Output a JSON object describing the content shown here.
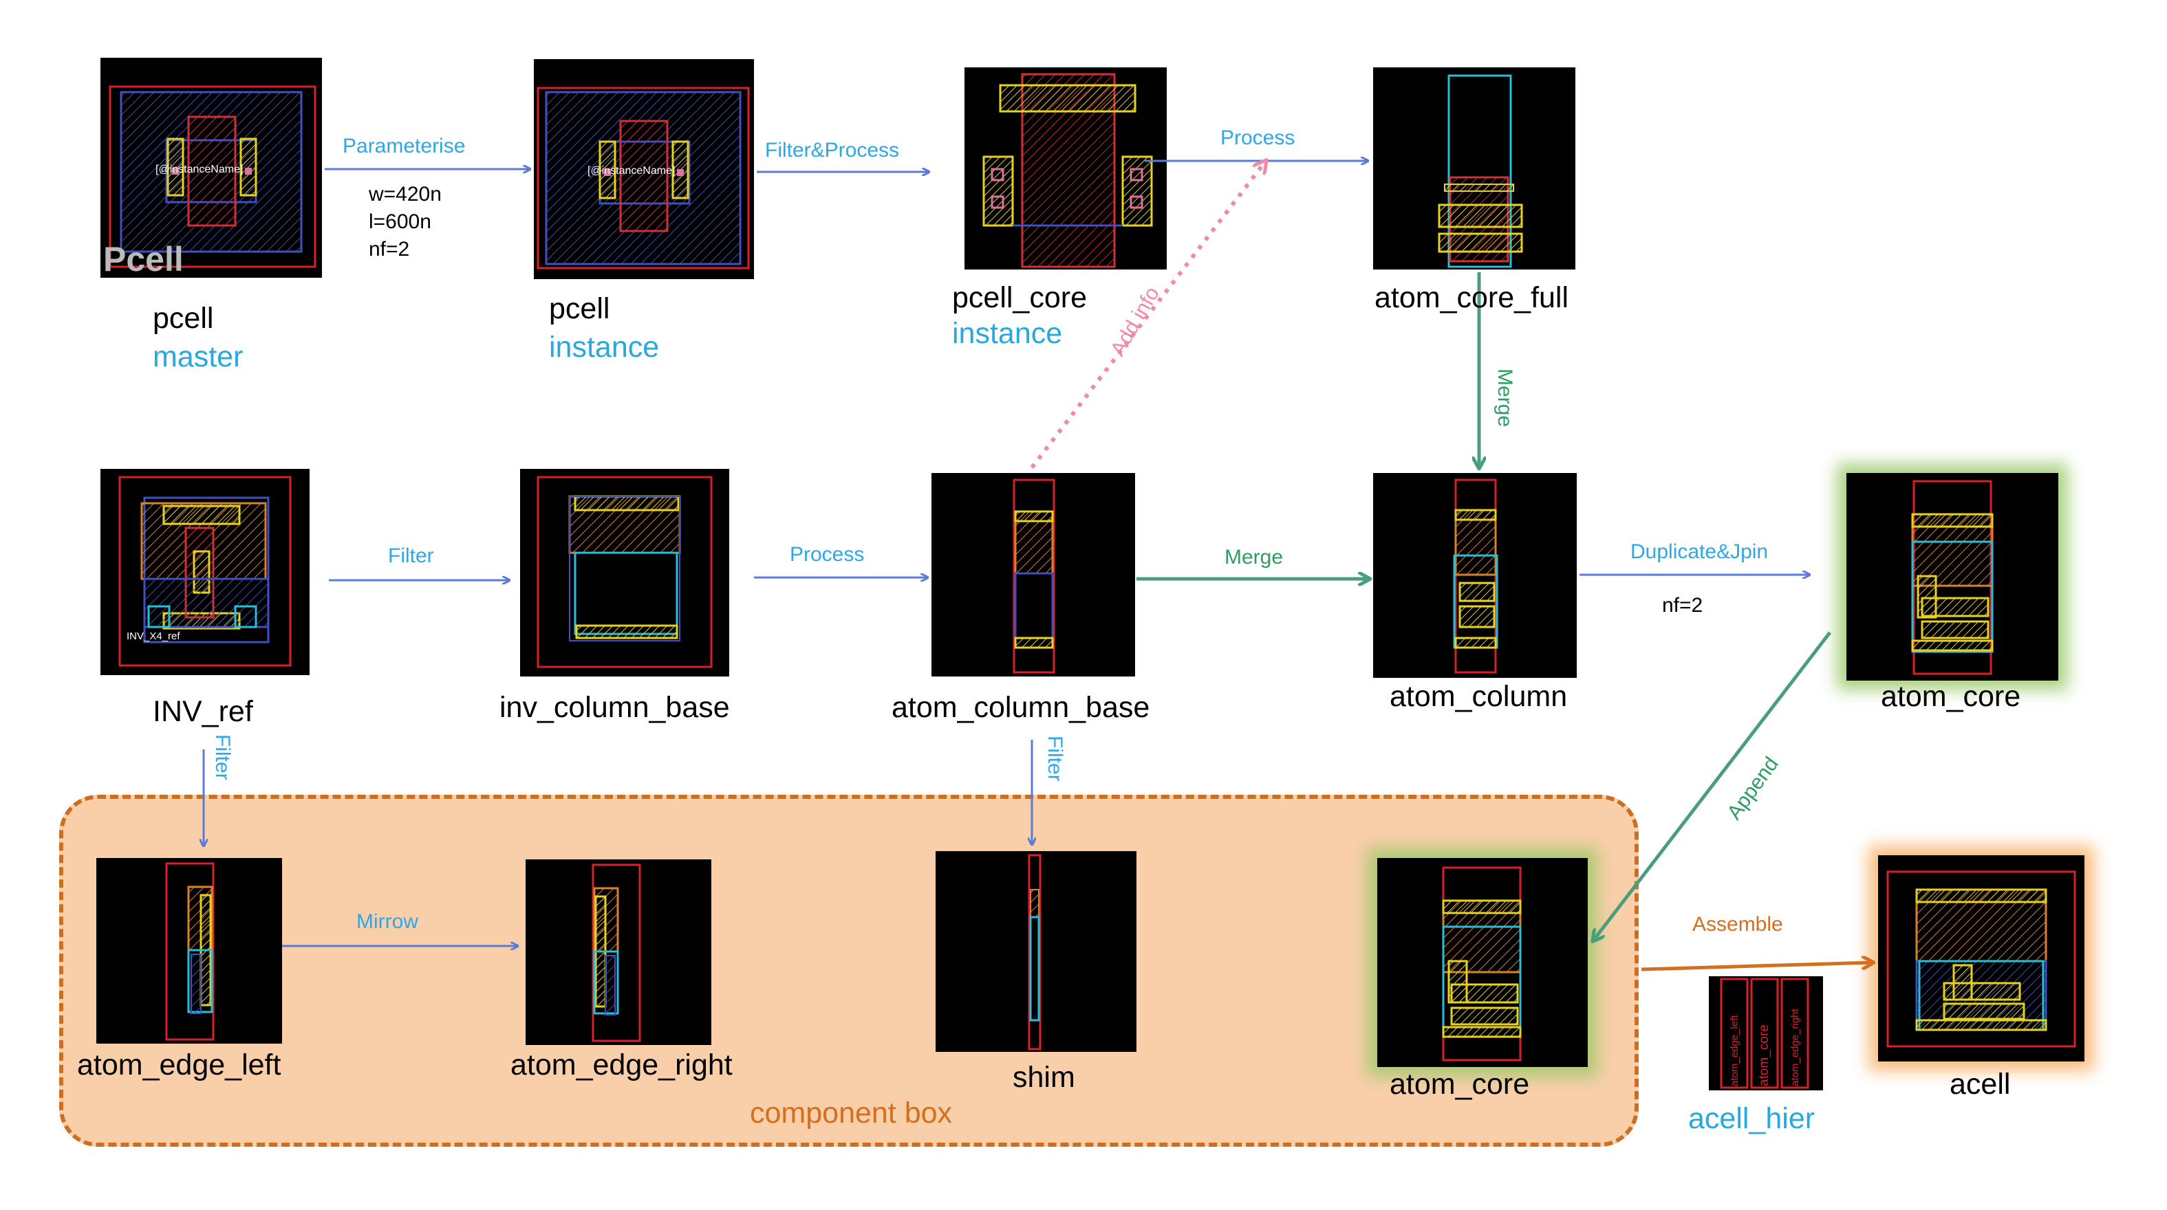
{
  "nodes": {
    "pcell_master": {
      "name": "pcell",
      "sub": "master",
      "watermark": "Pcell",
      "instance_tag": "[@instanceName]"
    },
    "pcell_instance": {
      "name": "pcell",
      "sub": "instance",
      "instance_tag": "[@instanceName]"
    },
    "pcell_core": {
      "name": "pcell_core",
      "sub": "instance"
    },
    "atom_core_full": {
      "name": "atom_core_full"
    },
    "inv_ref": {
      "name": "INV_ref",
      "tag": "INV_X4_ref"
    },
    "inv_column_base": {
      "name": "inv_column_base"
    },
    "atom_column_base": {
      "name": "atom_column_base"
    },
    "atom_column": {
      "name": "atom_column"
    },
    "atom_core_top": {
      "name": "atom_core"
    },
    "atom_edge_left": {
      "name": "atom_edge_left"
    },
    "atom_edge_right": {
      "name": "atom_edge_right"
    },
    "shim": {
      "name": "shim"
    },
    "atom_core_box": {
      "name": "atom_core"
    },
    "acell_hier": {
      "name": "acell_hier",
      "cell_labels": [
        "atom_edge_left",
        "atom_core",
        "atom_edge_right"
      ]
    },
    "acell": {
      "name": "acell"
    }
  },
  "edges": {
    "parameterise": "Parameterise",
    "params": [
      "w=420n",
      "l=600n",
      "nf=2"
    ],
    "filter_process": "Filter&Process",
    "process_top": "Process",
    "add_info": "Add info",
    "merge_vertical": "Merge",
    "filter_mid": "Filter",
    "process_mid": "Process",
    "merge_mid": "Merge",
    "duplicate_join": "Duplicate&Jpin",
    "nf": "nf=2",
    "filter_left": "Filter",
    "filter_center": "Filter",
    "append": "Append",
    "mirrow": "Mirrow",
    "assemble": "Assemble"
  },
  "component_box": {
    "label": "component box"
  },
  "colors": {
    "blue_arrow": "#5b7bd6",
    "green_arrow": "#4a9e7c",
    "orange_arrow": "#d46f1f",
    "pink_arrow": "#f08aa8",
    "box_fill": "#f8cfa9",
    "box_border": "#cf6e1f"
  }
}
